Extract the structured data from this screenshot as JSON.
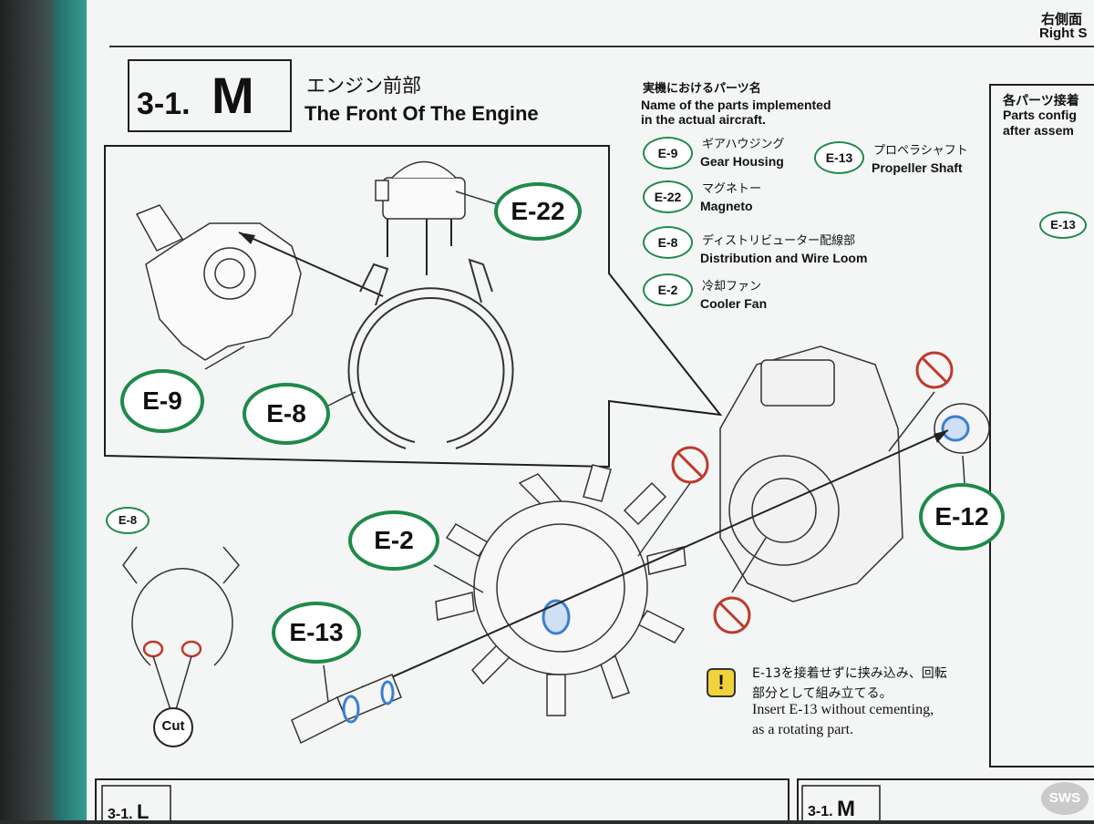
{
  "top_strip": {
    "right_side_jp": "右側面",
    "right_side_en": "Right S"
  },
  "step": {
    "number": "3-1.",
    "letter": "M",
    "title_jp": "エンジン前部",
    "title_en": "The Front Of The Engine"
  },
  "legend": {
    "header_jp": "実機におけるパーツ名",
    "header_en_line1": "Name of the parts implemented",
    "header_en_line2": "in the actual aircraft.",
    "items": [
      {
        "part": "E-9",
        "jp": "ギアハウジング",
        "en": "Gear Housing"
      },
      {
        "part": "E-13",
        "jp": "プロペラシャフト",
        "en": "Propeller Shaft"
      },
      {
        "part": "E-22",
        "jp": "マグネトー",
        "en": "Magneto"
      },
      {
        "part": "E-8",
        "jp": "ディストリビューター配線部",
        "en": "Distribution and Wire Loom"
      },
      {
        "part": "E-2",
        "jp": "冷却ファン",
        "en": "Cooler Fan"
      }
    ]
  },
  "side_panel": {
    "header_jp": "各パーツ接着",
    "header_en_line1": "Parts config",
    "header_en_line2": "after assem",
    "badge": "E-13"
  },
  "callouts": {
    "e22": "E-22",
    "e9": "E-9",
    "e8": "E-8",
    "e2": "E-2",
    "e12": "E-12",
    "e13": "E-13",
    "e8_small": "E-8",
    "cut": "Cut"
  },
  "note": {
    "icon": "!",
    "jp_line1": "E-13を接着せずに挟み込み、回転",
    "jp_line2": "部分として組み立てる。",
    "en_line1": "Insert E-13 without cementing,",
    "en_line2": "as a rotating part."
  },
  "bottom": {
    "left_step": "3-1.",
    "left_letter": "L",
    "right_step": "3-1.",
    "right_letter": "M",
    "watermark": "SWS"
  },
  "colors": {
    "accent_green": "#1f8a4a",
    "prohibit_red": "#c0392b",
    "highlight_blue": "#3b7fd1"
  }
}
